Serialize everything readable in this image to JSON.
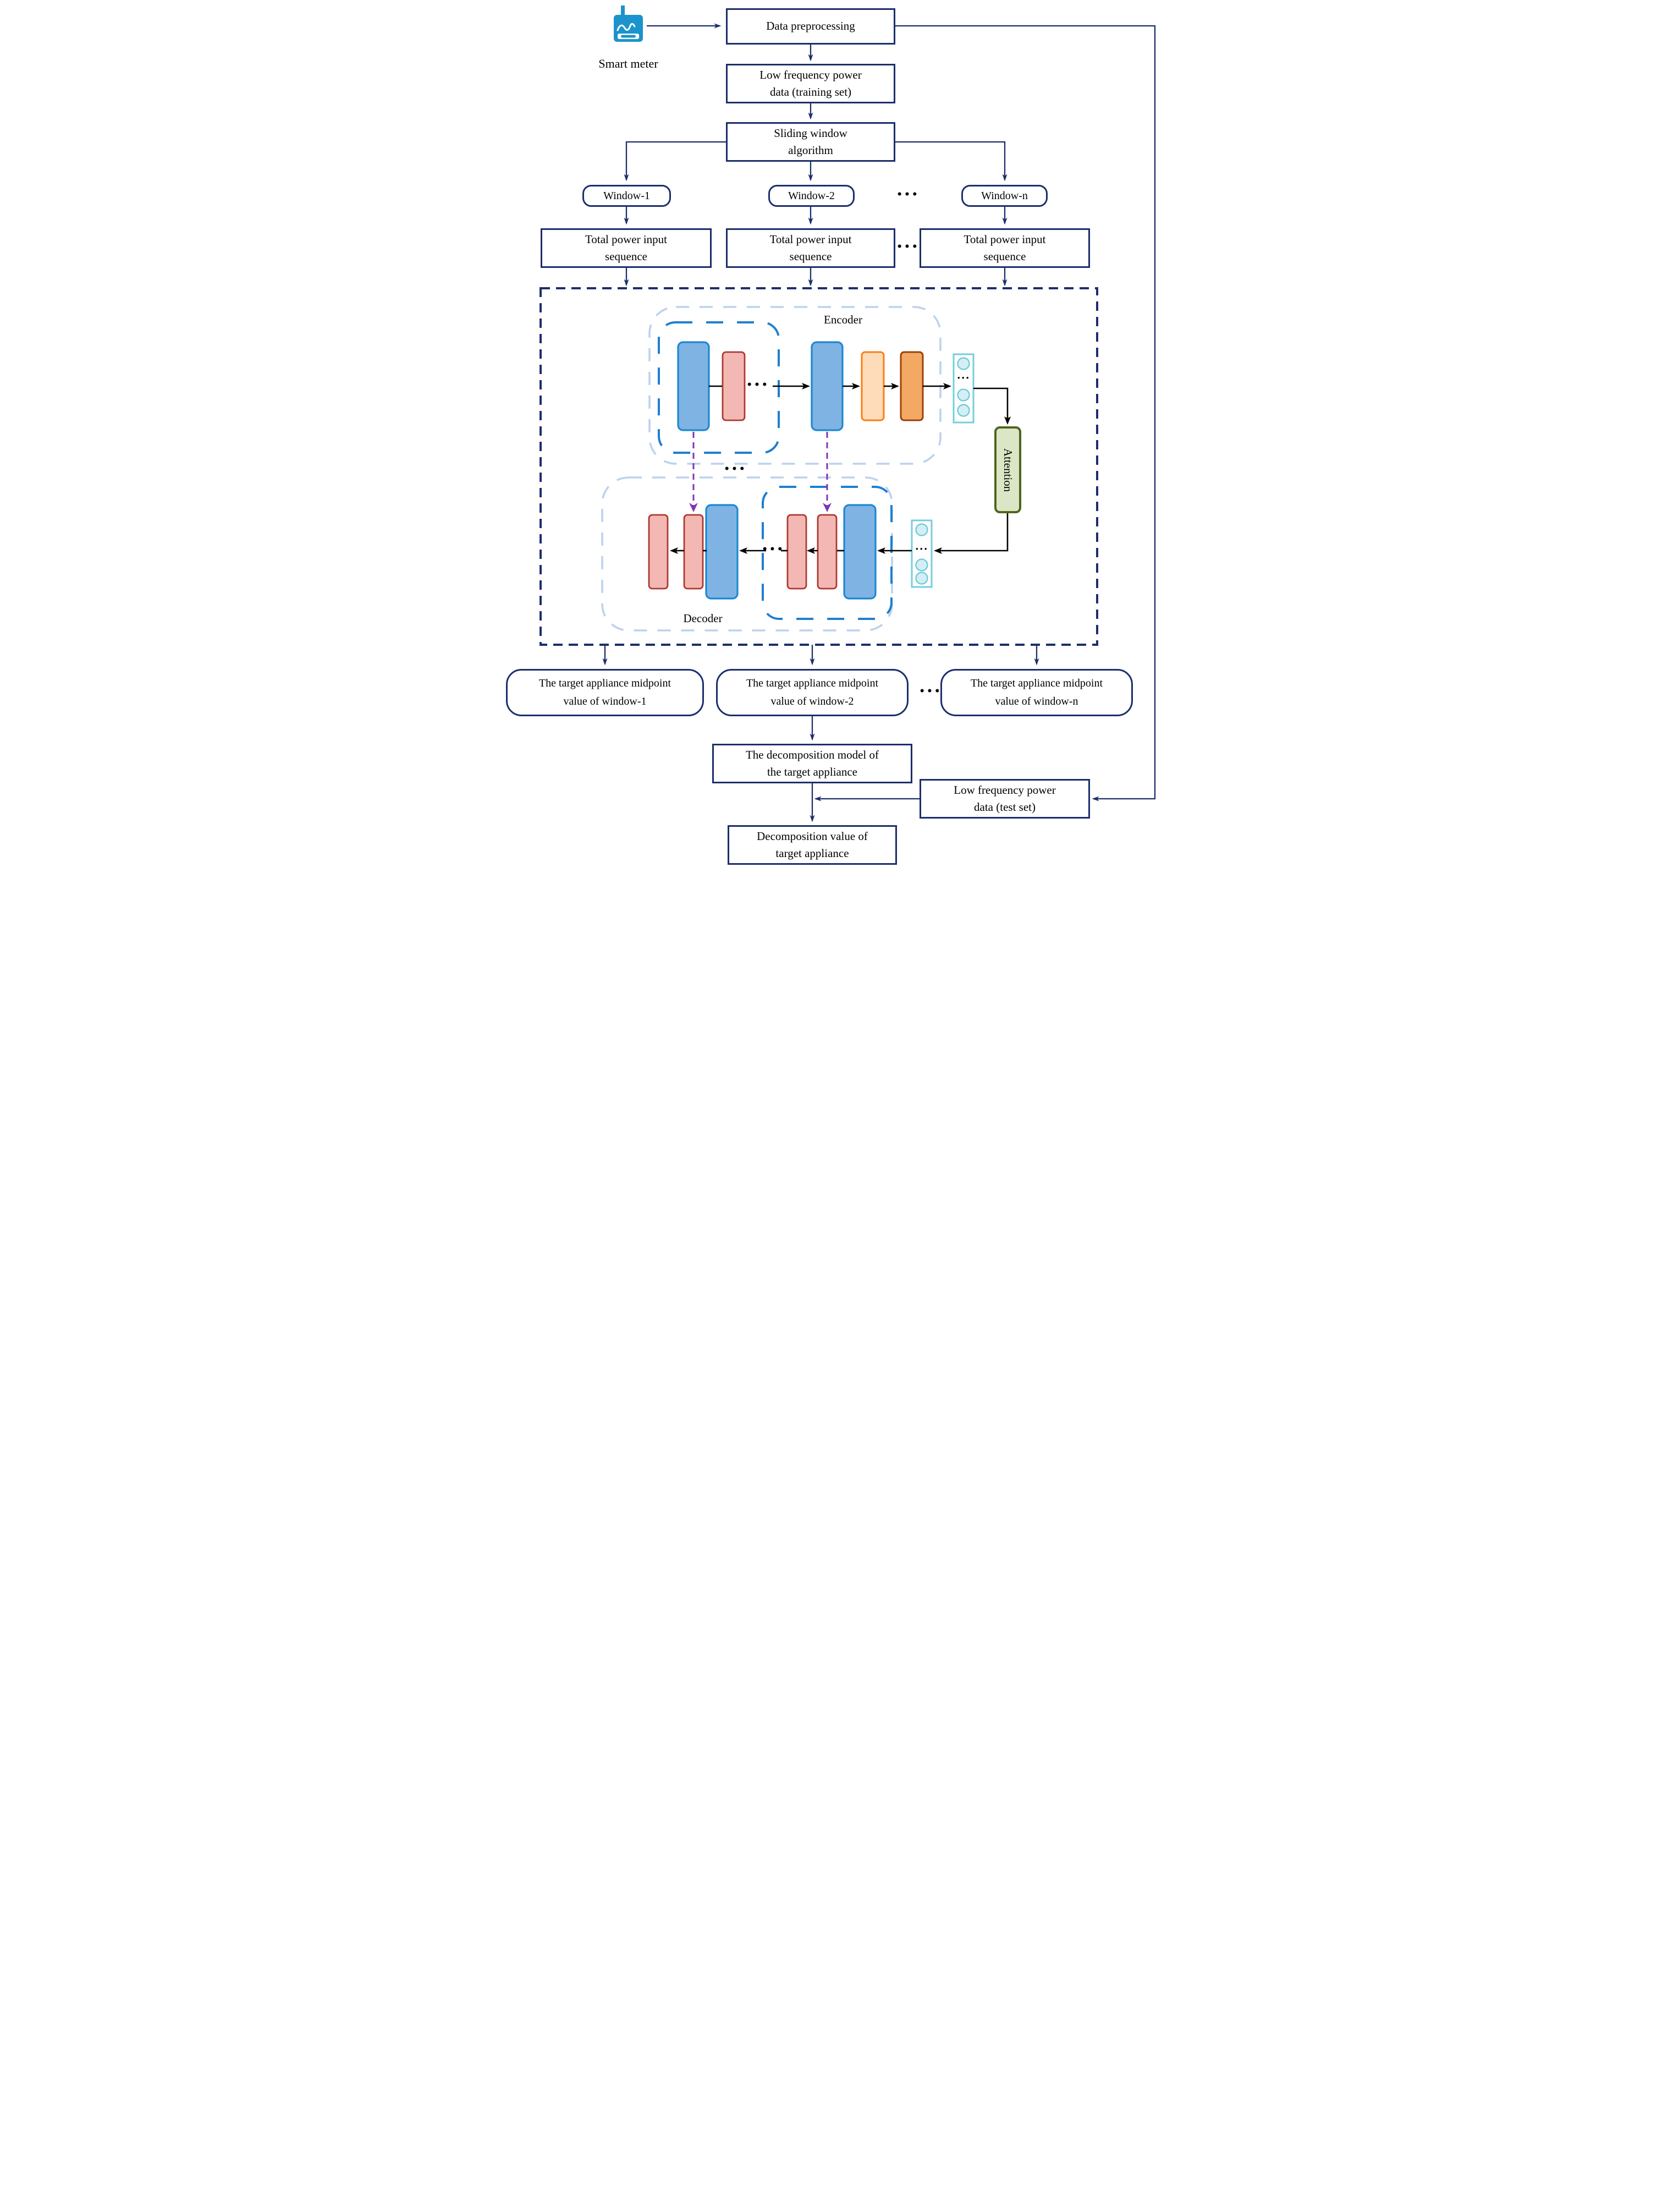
{
  "labels": {
    "smart_meter": "Smart meter",
    "encoder": "Encoder",
    "decoder": "Decoder",
    "attention": "Attention",
    "ellipsis": "•••"
  },
  "boxes": {
    "data_preprocessing": "Data preprocessing",
    "training_set": {
      "line1": "Low frequency power",
      "line2": "data (training set)"
    },
    "sliding_window": {
      "line1": "Sliding window",
      "line2": "algorithm"
    },
    "window_1": "Window-1",
    "window_2": "Window-2",
    "window_n": "Window-n",
    "total_power_1": {
      "line1": "Total power input",
      "line2": "sequence"
    },
    "total_power_2": {
      "line1": "Total power input",
      "line2": "sequence"
    },
    "total_power_n": {
      "line1": "Total power input",
      "line2": "sequence"
    },
    "midpoint_1": {
      "line1": "The target appliance midpoint",
      "line2": "value of window-1"
    },
    "midpoint_2": {
      "line1": "The target appliance midpoint",
      "line2": "value of window-2"
    },
    "midpoint_n": {
      "line1": "The target appliance midpoint",
      "line2": "value of window-n"
    },
    "decomposition_model": {
      "line1": "The decomposition model of",
      "line2": "the target appliance"
    },
    "test_set": {
      "line1": "Low frequency power",
      "line2": "data (test set)"
    },
    "decomposition_value": {
      "line1": "Decomposition value of",
      "line2": "target appliance"
    }
  },
  "colors": {
    "navy": "#1c2e6b",
    "black": "#000000",
    "region_outline": "#bcd2ee",
    "cell_outline": "#1f7fd0",
    "blue_block_fill": "#7fb3e3",
    "blue_block_border": "#1e88d2",
    "red_block_fill": "#f3b8b4",
    "red_block_border": "#ae3a32",
    "orange_light_fill": "#fedcba",
    "orange_light_border": "#fd7e14",
    "orange_dark_fill": "#f3a964",
    "orange_dark_border": "#9c4108",
    "vector_outline": "#74cedd",
    "vector_node_fill": "#d3eef4",
    "attention_fill": "#dae6c5",
    "attention_border": "#4c661c",
    "purple": "#8233b8",
    "meter_blue": "#1b93cc"
  }
}
